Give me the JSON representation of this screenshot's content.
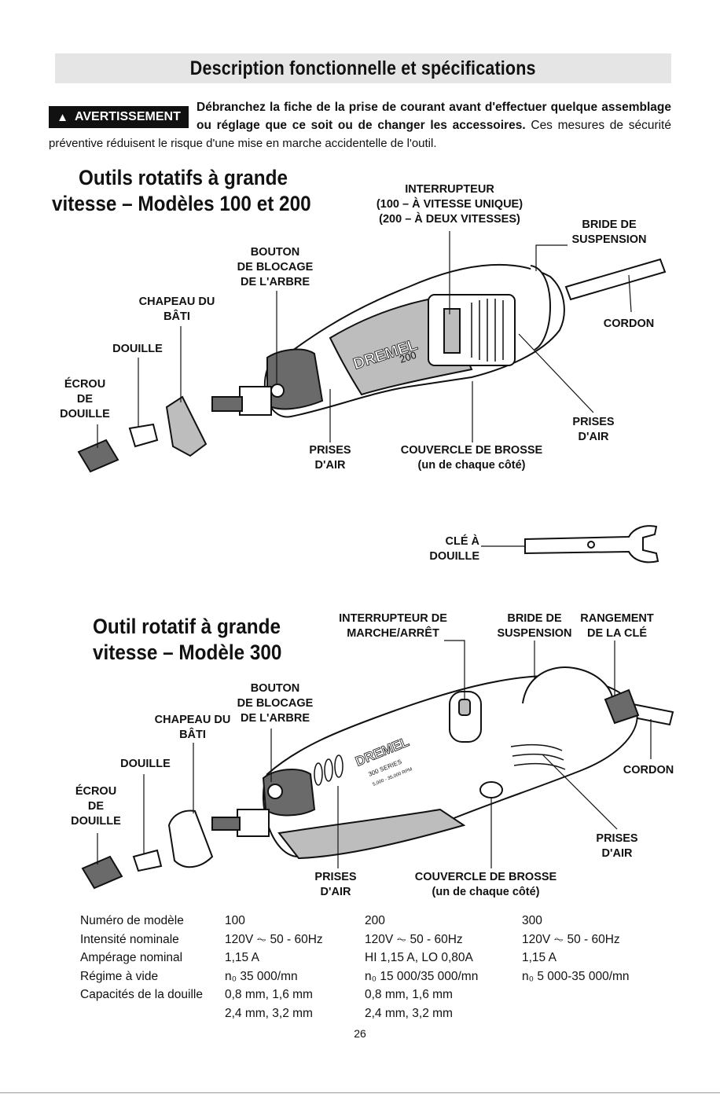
{
  "title": "Description fonctionnelle et spécifications",
  "warning": {
    "badge": "AVERTISSEMENT",
    "bold_line1": "Débranchez la fiche de la prise de courant avant d'effectuer quelque assemblage",
    "bold_line2": "ou réglage que ce soit ou de changer les accessoires.",
    "normal_line2": " Ces mesures de sécurité",
    "line3": "préventive réduisent le risque d'une mise en marche accidentelle de l'outil."
  },
  "section1": {
    "heading_line1": "Outils rotatifs à  grande",
    "heading_line2": "vitesse – Modèles 100 et 200",
    "labels": {
      "switch": [
        "INTERRUPTEUR",
        "(100 – À VITESSE UNIQUE)",
        "(200 – À DEUX VITESSES)"
      ],
      "hang_ring": [
        "BRIDE DE",
        "SUSPENSION"
      ],
      "shaft_lock": [
        "BOUTON",
        "DE BLOCAGE",
        "DE L'ARBRE"
      ],
      "housing_cap": [
        "CHAPEAU DU",
        "BÂTI"
      ],
      "collet": [
        "DOUILLE"
      ],
      "collet_nut": [
        "ÉCROU",
        "DE",
        "DOUILLE"
      ],
      "cord": [
        "CORDON"
      ],
      "air_vents_right": [
        "PRISES",
        "D'AIR"
      ],
      "air_vents_bottom": [
        "PRISES",
        "D'AIR"
      ],
      "brush_cover": [
        "COUVERCLE DE BROSSE",
        "(un de chaque côté)"
      ]
    },
    "tool_brand": "DREMEL",
    "tool_model": "200"
  },
  "wrench": {
    "label": [
      "CLÉ À",
      "DOUILLE"
    ]
  },
  "section2": {
    "heading_line1": "Outil rotatif à  grande",
    "heading_line2": "vitesse – Modèle 300",
    "labels": {
      "switch": [
        "INTERRUPTEUR DE",
        "MARCHE/ARRÊT"
      ],
      "hang_ring": [
        "BRIDE DE",
        "SUSPENSION"
      ],
      "wrench_storage": [
        "RANGEMENT",
        "DE LA CLÉ"
      ],
      "shaft_lock": [
        "BOUTON",
        "DE BLOCAGE",
        "DE L'ARBRE"
      ],
      "housing_cap": [
        "CHAPEAU DU",
        "BÂTI"
      ],
      "collet": [
        "DOUILLE"
      ],
      "collet_nut": [
        "ÉCROU",
        "DE",
        "DOUILLE"
      ],
      "cord": [
        "CORDON"
      ],
      "air_vents_right": [
        "PRISES",
        "D'AIR"
      ],
      "air_vents_bottom": [
        "PRISES",
        "D'AIR"
      ],
      "brush_cover": [
        "COUVERCLE DE BROSSE",
        "(un de chaque côté)"
      ]
    },
    "tool_brand": "DREMEL",
    "tool_model": "300 SERIES",
    "tool_rpm": "5,000 - 35,000 RPM"
  },
  "specs": {
    "rows": [
      {
        "label": "Numéro de modèle",
        "m100": "100",
        "m200": "200",
        "m300": "300"
      },
      {
        "label": "Intensité nominale",
        "m100": "120V ⏦  50 - 60Hz",
        "m200": "120V ⏦  50 - 60Hz",
        "m300": "120V ⏦  50 - 60Hz"
      },
      {
        "label": "Ampérage nominal",
        "m100": "1,15 A",
        "m200": "HI 1,15 A, LO 0,80A",
        "m300": "1,15 A"
      },
      {
        "label": "Régime à vide",
        "m100": "n₀ 35 000/mn",
        "m200": "n₀ 15 000/35 000/mn",
        "m300": "n₀ 5 000-35 000/mn"
      },
      {
        "label": "Capacités de la douille",
        "m100": "0,8 mm, 1,6 mm",
        "m200": "0,8 mm, 1,6 mm",
        "m300": ""
      },
      {
        "label": "",
        "m100": "2,4 mm, 3,2 mm",
        "m200": "2,4 mm, 3,2 mm",
        "m300": ""
      }
    ]
  },
  "page_number": "26"
}
